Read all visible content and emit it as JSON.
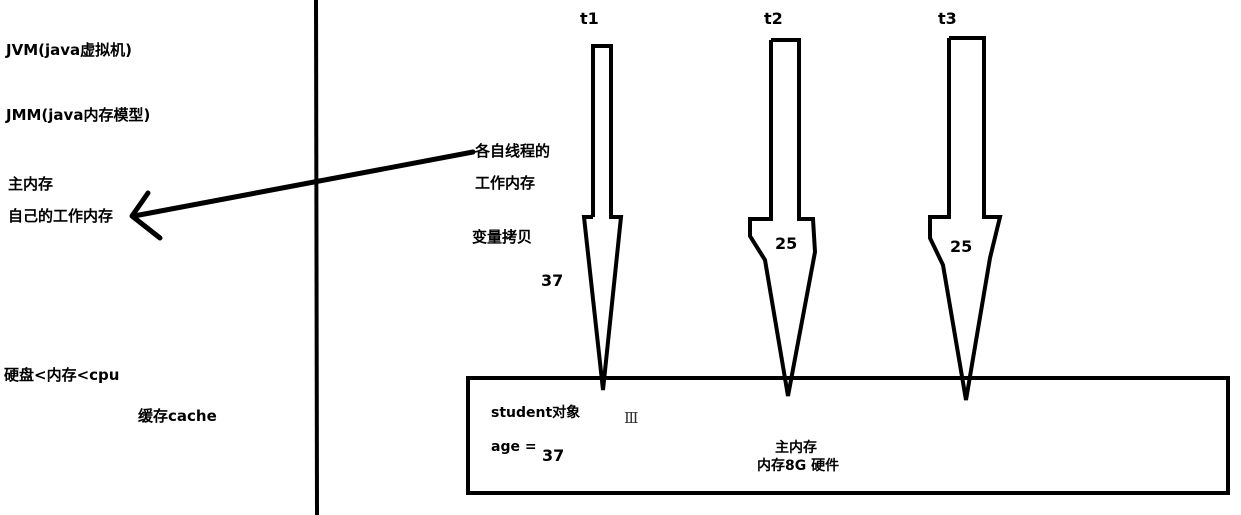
{
  "left_notes": {
    "jvm": "JVM(java虚拟机)",
    "jmm": "JMM(java内存模型)",
    "main_memory": "主内存",
    "own_working_memory": "自己的工作内存",
    "speed_order": "硬盘<内存<cpu",
    "cache": "缓存cache"
  },
  "annotation": {
    "line1": "各自线程的",
    "line2": "工作内存",
    "line3": "变量拷贝",
    "value": "37"
  },
  "threads": [
    {
      "label": "t1",
      "copy_value": ""
    },
    {
      "label": "t2",
      "copy_value": "25"
    },
    {
      "label": "t3",
      "copy_value": "25"
    }
  ],
  "main_box": {
    "object": "student对象",
    "field_label": "age =",
    "field_value": "37",
    "title": "主内存",
    "subtitle": "内存8G 硬件"
  },
  "colors": {
    "ink": "#000000",
    "background": "#ffffff"
  }
}
